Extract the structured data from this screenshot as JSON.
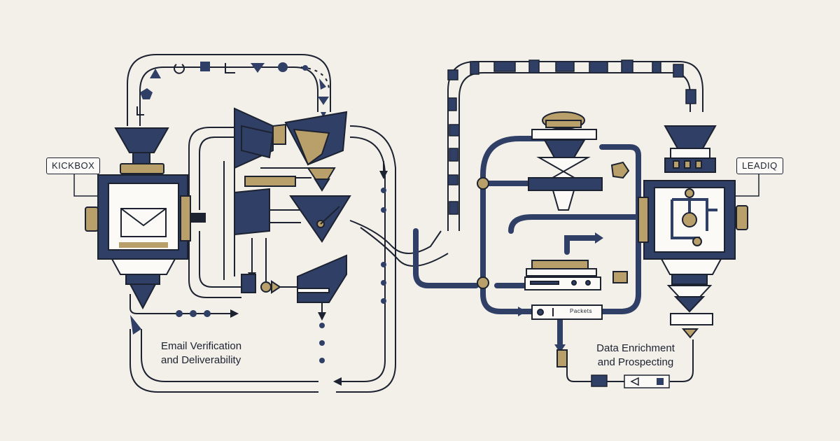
{
  "labels": {
    "left_tool": "KICKBOX",
    "right_tool": "LEADIQ",
    "left_caption_line1": "Email Verification",
    "left_caption_line2": "and Deliverability",
    "right_caption_line1": "Data Enrichment",
    "right_caption_line2": "and Prospecting",
    "packets_label": "Packets"
  },
  "colors": {
    "navy": "#2f3f66",
    "dark": "#1c2230",
    "gold": "#b9a06a",
    "paper": "#fbfaf6",
    "background": "#f3f0ea"
  },
  "icons": [
    "envelope-icon",
    "triangle-icon",
    "square-icon",
    "circle-icon",
    "hexagon-icon",
    "document-icon",
    "chevron-icon",
    "arrow-icon"
  ]
}
